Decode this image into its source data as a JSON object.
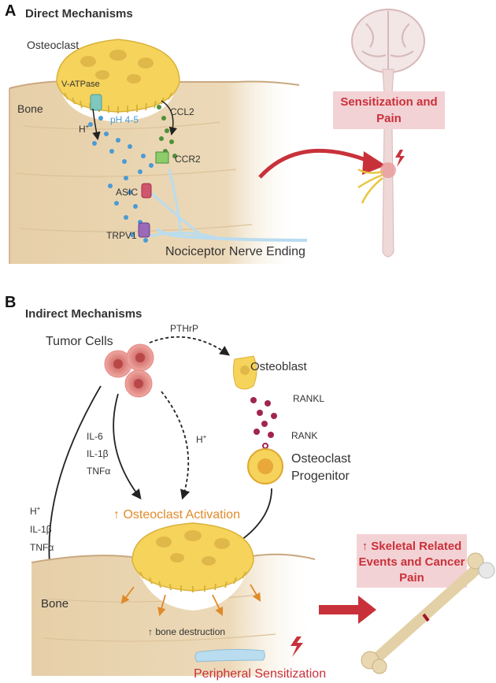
{
  "panel_a": {
    "letter": "A",
    "title": "Direct Mechanisms",
    "osteoclast": "Osteoclast",
    "v_atpase": "V-ATPase",
    "bone": "Bone",
    "h_plus": "H",
    "h_plus_sup": "+",
    "ph": "pH 4-5",
    "ccl2": "CCL2",
    "ccr2": "CCR2",
    "asic": "ASIC",
    "trpv1": "TRPV1",
    "nerve": "Nociceptor Nerve Ending",
    "sensitization_line1": "Sensitization and",
    "sensitization_line2": "Pain"
  },
  "panel_b": {
    "letter": "B",
    "title": "Indirect Mechanisms",
    "tumor_cells": "Tumor Cells",
    "pthrp": "PTHrP",
    "osteoblast": "Osteoblast",
    "rankl": "RANKL",
    "rank": "RANK",
    "progenitor_line1": "Osteoclast",
    "progenitor_line2": "Progenitor",
    "cytokines_1": "IL-6",
    "cytokines_2": "IL-1β",
    "cytokines_3": "TNFα",
    "h_plus_mid": "H",
    "h_plus_mid_sup": "+",
    "left_1": "H",
    "left_1_sup": "+",
    "left_2": "IL-1β",
    "left_3": "TNFα",
    "activation": "↑ Osteoclast Activation",
    "bone": "Bone",
    "destruction": "↑ bone destruction",
    "peripheral": "Peripheral Sensitization",
    "skeletal_line1": "↑ Skeletal Related",
    "skeletal_line2": "Events and Cancer",
    "skeletal_line3": "Pain"
  },
  "colors": {
    "red_text": "#c9313a",
    "orange_text": "#e08a2a",
    "pink_box": "#f3d2d5",
    "bone_tan": "#e9d3ad",
    "osteoclast_yellow": "#f6d35a",
    "proton_blue": "#4a9bd4",
    "nerve_blue": "#b9dcef"
  }
}
